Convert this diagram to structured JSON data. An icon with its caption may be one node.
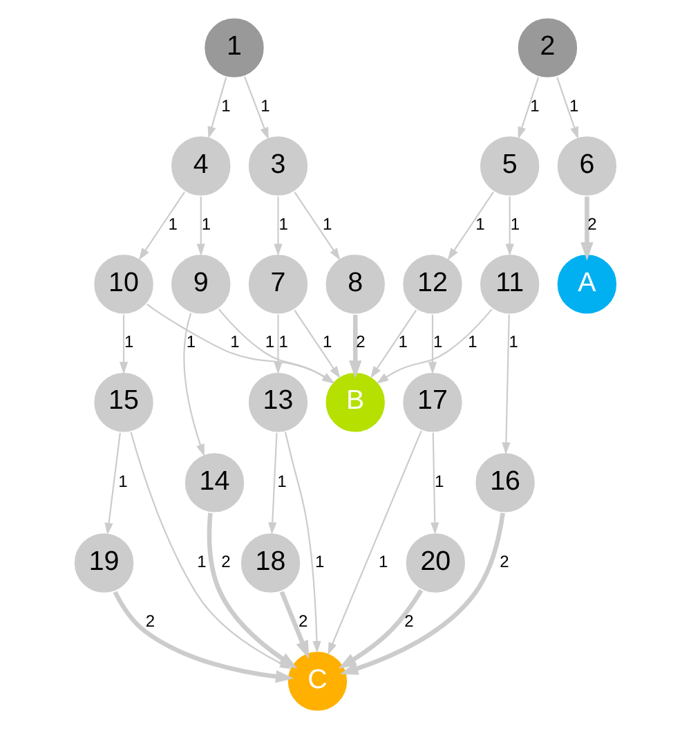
{
  "diagram": {
    "nodes": [
      {
        "text": [
          "1"
        ]
      },
      {
        "text": [
          "2"
        ]
      },
      {
        "text": [
          "3"
        ]
      },
      {
        "text": [
          "4"
        ]
      },
      {
        "text": [
          "5"
        ]
      },
      {
        "text": [
          "6"
        ]
      },
      {
        "text": [
          "7"
        ]
      },
      {
        "text": [
          "8"
        ]
      },
      {
        "text": [
          "10"
        ]
      },
      {
        "text": [
          "9"
        ]
      },
      {
        "text": [
          "12"
        ]
      },
      {
        "text": [
          "11"
        ]
      },
      {
        "text": [
          "A"
        ]
      },
      {
        "text": [
          "13"
        ]
      },
      {
        "text": [
          "15"
        ]
      },
      {
        "text": [
          "B"
        ]
      },
      {
        "text": [
          "17"
        ]
      },
      {
        "text": [
          "18"
        ]
      },
      {
        "text": [
          "19"
        ]
      },
      {
        "text": [
          "14"
        ]
      },
      {
        "text": [
          "20"
        ]
      },
      {
        "text": [
          "16"
        ]
      },
      {
        "text": [
          "C"
        ]
      }
    ],
    "edges": [
      {
        "from": 0,
        "to": 2,
        "arrow": "to",
        "label": "1"
      },
      {
        "from": 0,
        "to": 3,
        "arrow": "to",
        "label": "1"
      },
      {
        "from": 1,
        "to": 4,
        "arrow": "to",
        "label": "1"
      },
      {
        "from": 1,
        "to": 5,
        "arrow": "to",
        "label": "1"
      },
      {
        "from": 2,
        "to": 6,
        "arrow": "to",
        "label": "1"
      },
      {
        "from": 2,
        "to": 7,
        "arrow": "to",
        "label": "1"
      },
      {
        "from": 3,
        "to": 8,
        "arrow": "to",
        "label": "1"
      },
      {
        "from": 3,
        "to": 9,
        "arrow": "to",
        "label": "1"
      },
      {
        "from": 4,
        "to": 10,
        "arrow": "to",
        "label": "1"
      },
      {
        "from": 4,
        "to": 11,
        "arrow": "to",
        "label": "1"
      },
      {
        "from": 5,
        "to": 12,
        "arrow": "to",
        "label": "2",
        "style": "thick"
      },
      {
        "from": 6,
        "to": 13,
        "arrow": "to",
        "label": "1"
      },
      {
        "from": 6,
        "to": 15,
        "arrow": "to",
        "label": "1"
      },
      {
        "from": 7,
        "to": 15,
        "arrow": "to",
        "label": "2",
        "style": "thick"
      },
      {
        "from": 8,
        "to": 14,
        "arrow": "to",
        "label": "1"
      },
      {
        "from": 8,
        "to": 15,
        "arrow": "to",
        "label": "1"
      },
      {
        "from": 9,
        "to": 15,
        "arrow": "to",
        "label": "1"
      },
      {
        "from": 9,
        "to": 19,
        "arrow": "to",
        "label": "1"
      },
      {
        "from": 10,
        "to": 15,
        "arrow": "to",
        "label": "1"
      },
      {
        "from": 10,
        "to": 16,
        "arrow": "to",
        "label": "1"
      },
      {
        "from": 11,
        "to": 15,
        "arrow": "to",
        "label": "1"
      },
      {
        "from": 11,
        "to": 21,
        "arrow": "to",
        "label": "1"
      },
      {
        "from": 13,
        "to": 17,
        "arrow": "to",
        "label": "1"
      },
      {
        "from": 13,
        "to": 22,
        "arrow": "to",
        "label": "1"
      },
      {
        "from": 14,
        "to": 18,
        "arrow": "to",
        "label": "1"
      },
      {
        "from": 14,
        "to": 22,
        "arrow": "to",
        "label": "1"
      },
      {
        "from": 17,
        "to": 22,
        "arrow": "to",
        "label": "2",
        "style": "thick"
      },
      {
        "from": 18,
        "to": 22,
        "arrow": "to",
        "label": "2",
        "style": "thick"
      },
      {
        "from": 19,
        "to": 22,
        "arrow": "to",
        "label": "2",
        "style": "thick"
      },
      {
        "from": 16,
        "to": 22,
        "arrow": "to",
        "label": "1"
      },
      {
        "from": 16,
        "to": 20,
        "arrow": "to",
        "label": "1"
      },
      {
        "from": 20,
        "to": 22,
        "arrow": "to",
        "label": "2",
        "style": "thick"
      },
      {
        "from": 21,
        "to": 22,
        "arrow": "to",
        "label": "2",
        "style": "thick"
      }
    ]
  }
}
